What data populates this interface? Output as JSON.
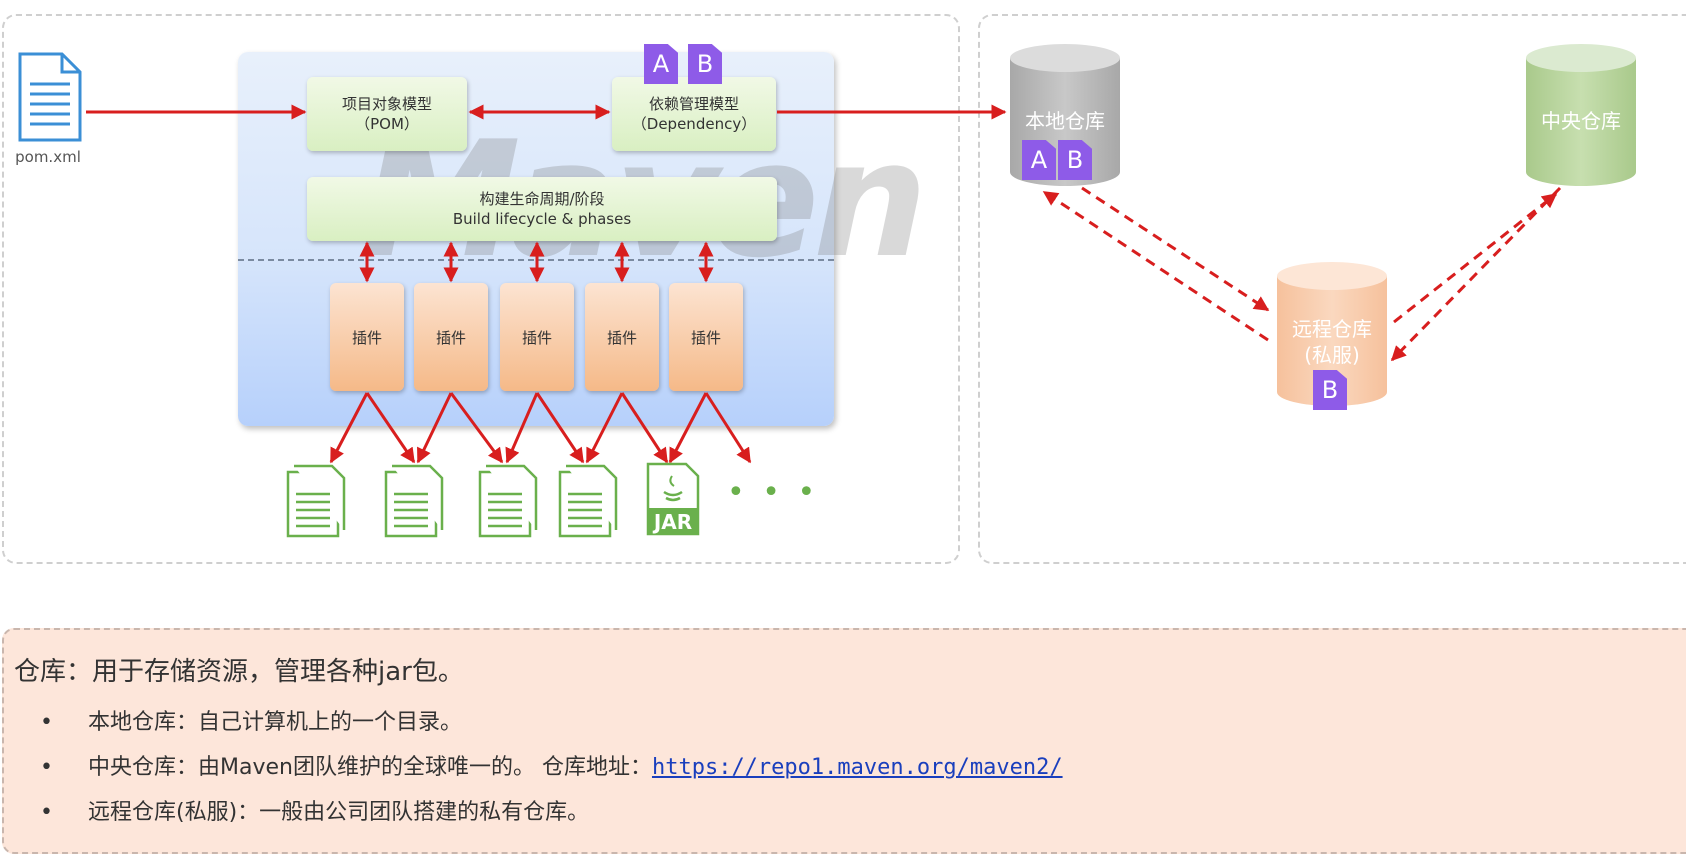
{
  "pom_file": {
    "label": "pom.xml"
  },
  "pom_model": {
    "line1": "项目对象模型",
    "line2": "（POM）"
  },
  "dependency_model": {
    "line1": "依赖管理模型",
    "line2": "（Dependency）"
  },
  "lifecycle": {
    "line1": "构建生命周期/阶段",
    "line2": "Build lifecycle & phases"
  },
  "watermark": "Maven",
  "plugins": [
    "插件",
    "插件",
    "插件",
    "插件",
    "插件"
  ],
  "jar_label": "JAR",
  "ellipsis": "• • •",
  "badges": {
    "a": "A",
    "b": "B"
  },
  "repositories": {
    "local": "本地仓库",
    "central": "中央仓库",
    "remote_line1": "远程仓库",
    "remote_line2": "(私服)"
  },
  "info": {
    "title": "仓库：用于存储资源，管理各种jar包。",
    "items": [
      {
        "text": "本地仓库：自己计算机上的一个目录。"
      },
      {
        "text": "中央仓库：由Maven团队维护的全球唯一的。 仓库地址：",
        "link": "https://repo1.maven.org/maven2/"
      },
      {
        "text": "远程仓库(私服)：一般由公司团队搭建的私有仓库。"
      }
    ],
    "bullet": "•"
  },
  "colors": {
    "arrow": "#d81e1e",
    "badge": "#8e5be8",
    "local_repo": "#b9b9b9",
    "central_repo": "#b5d19a",
    "remote_repo": "#f8c9a8",
    "file_icon": "#6ab04c",
    "pom_icon": "#3b8fd6"
  }
}
